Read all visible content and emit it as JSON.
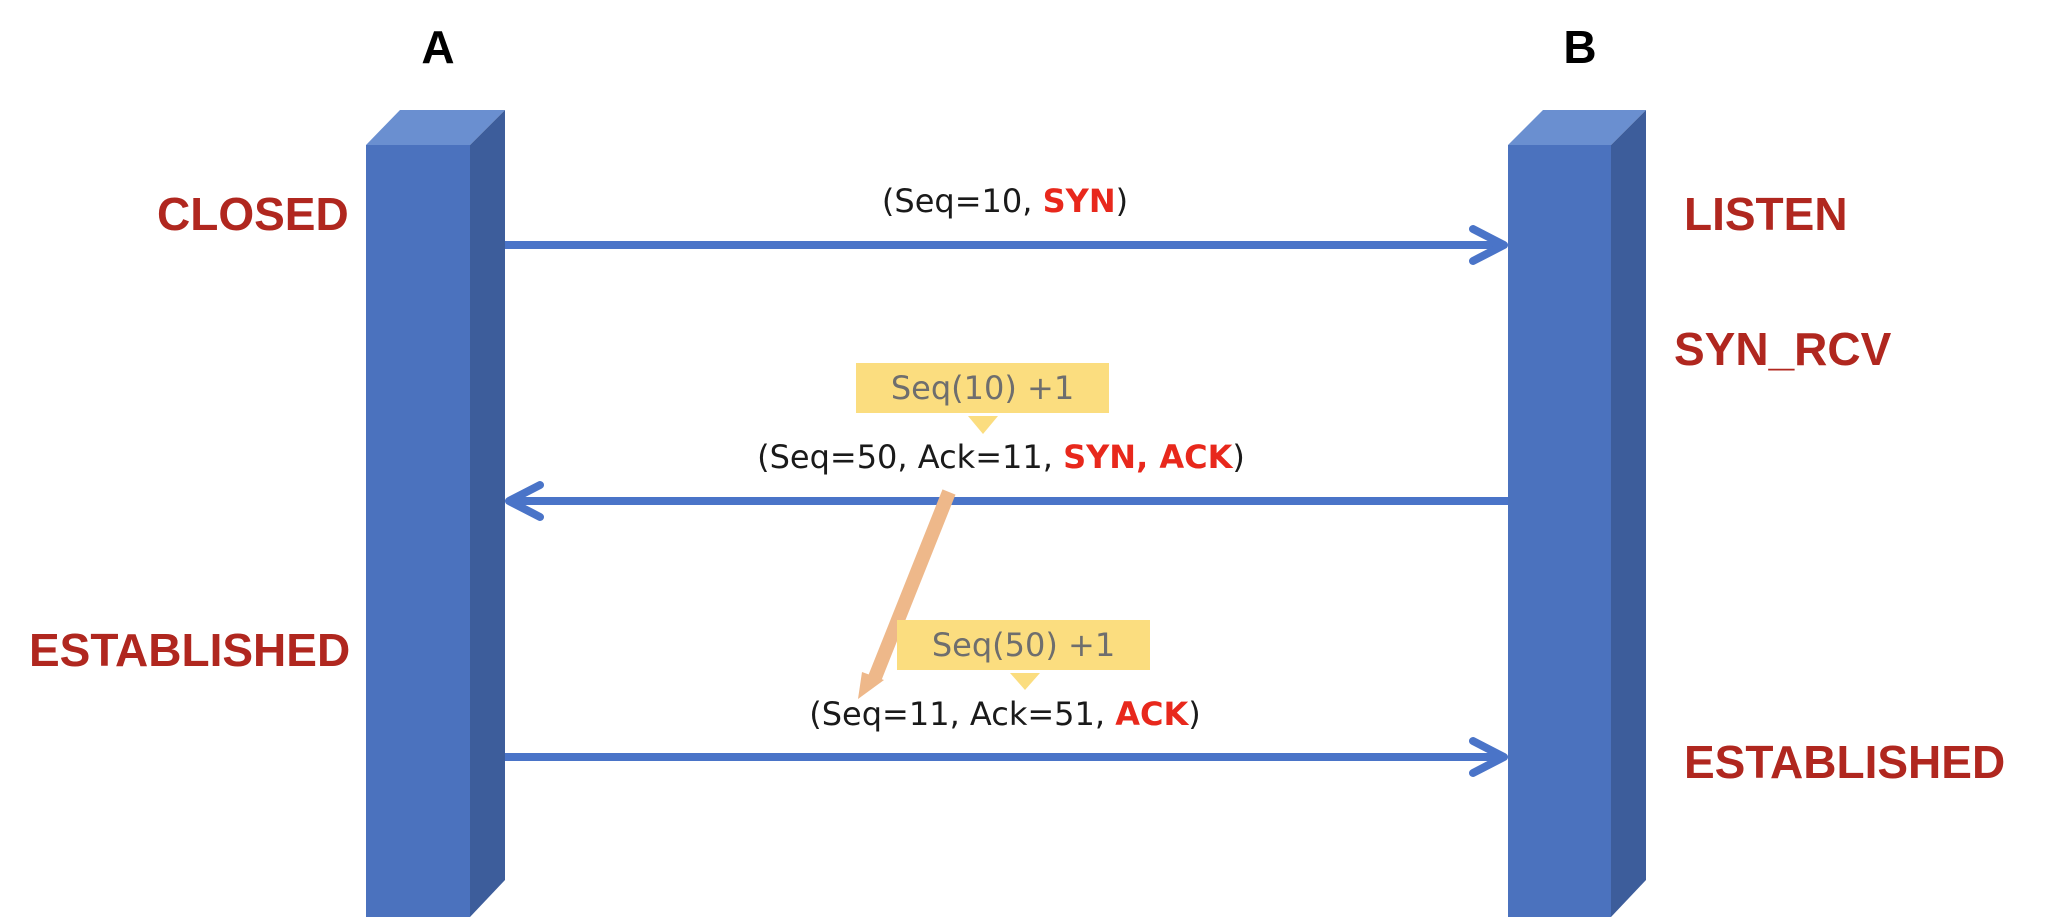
{
  "host_a": {
    "label": "A"
  },
  "host_b": {
    "label": "B"
  },
  "states_a": {
    "closed": "CLOSED",
    "established": "ESTABLISHED"
  },
  "states_b": {
    "listen": "LISTEN",
    "syn_rcv": "SYN_RCV",
    "established": "ESTABLISHED"
  },
  "messages": {
    "m1": {
      "open": "(",
      "text": "Seq=10, ",
      "flag1": "SYN",
      "close": ")"
    },
    "m2": {
      "open": "(",
      "text": "Seq=50, Ack=11, ",
      "flag1": "SYN",
      "sep": ", ",
      "flag2": "ACK",
      "close": ")"
    },
    "m3": {
      "open": "(",
      "text": "Seq=11, Ack=51, ",
      "flag1": "ACK",
      "close": ")"
    }
  },
  "callouts": {
    "c1": "Seq(10) +1",
    "c2": "Seq(50) +1"
  },
  "colors": {
    "pillar_front": "#4b72be",
    "pillar_top": "#6a8fd0",
    "pillar_side": "#3d5d9b",
    "arrow": "#4a74c8",
    "state_text": "#b0271f",
    "flag_text": "#e8281c",
    "callout_bg": "#fbdd7f",
    "callout_text": "#6e6e6e",
    "diagonal_arrow": "#eeb88a"
  }
}
